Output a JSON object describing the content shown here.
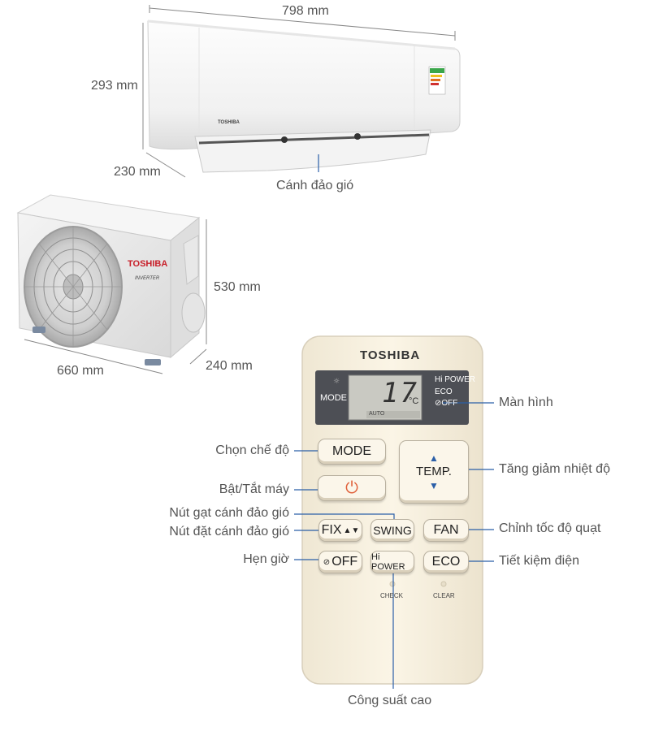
{
  "dimensions": {
    "indoor_width": "798 mm",
    "indoor_height": "293 mm",
    "indoor_depth": "230 mm",
    "outdoor_height": "530 mm",
    "outdoor_width": "660 mm",
    "outdoor_depth": "240 mm"
  },
  "indoor": {
    "brand": "TOSHIBA",
    "label": "Cánh đảo gió"
  },
  "outdoor": {
    "brand": "TOSHIBA",
    "sub": "INVERTER"
  },
  "remote": {
    "brand": "TOSHIBA",
    "display": {
      "mode": "MODE",
      "temp": "17",
      "unit": "°C",
      "hipower": "Hi POWER",
      "eco": "ECO",
      "off": "OFF",
      "auto": "AUTO"
    },
    "buttons": {
      "mode": "MODE",
      "temp": "TEMP.",
      "fix": "FIX",
      "swing": "SWING",
      "fan": "FAN",
      "off": "OFF",
      "hipower": "Hi POWER",
      "eco": "ECO"
    },
    "check": "CHECK",
    "clear": "CLEAR"
  },
  "callouts": {
    "screen": "Màn hình",
    "mode": "Chọn chế độ",
    "temp": "Tăng giảm nhiệt độ",
    "power": "Bật/Tắt máy",
    "swing": "Nút gạt cánh đảo gió",
    "fix": "Nút đặt cánh đảo gió",
    "fan": "Chỉnh tốc độ quạt",
    "timer": "Hẹn giờ",
    "eco": "Tiết kiệm điện",
    "hipower": "Công suất cao"
  },
  "colors": {
    "callout_line": "#2b5fa8",
    "power_icon": "#e0603a",
    "brand_red": "#c8202a",
    "lcd_bg": "#c9c9c2"
  }
}
